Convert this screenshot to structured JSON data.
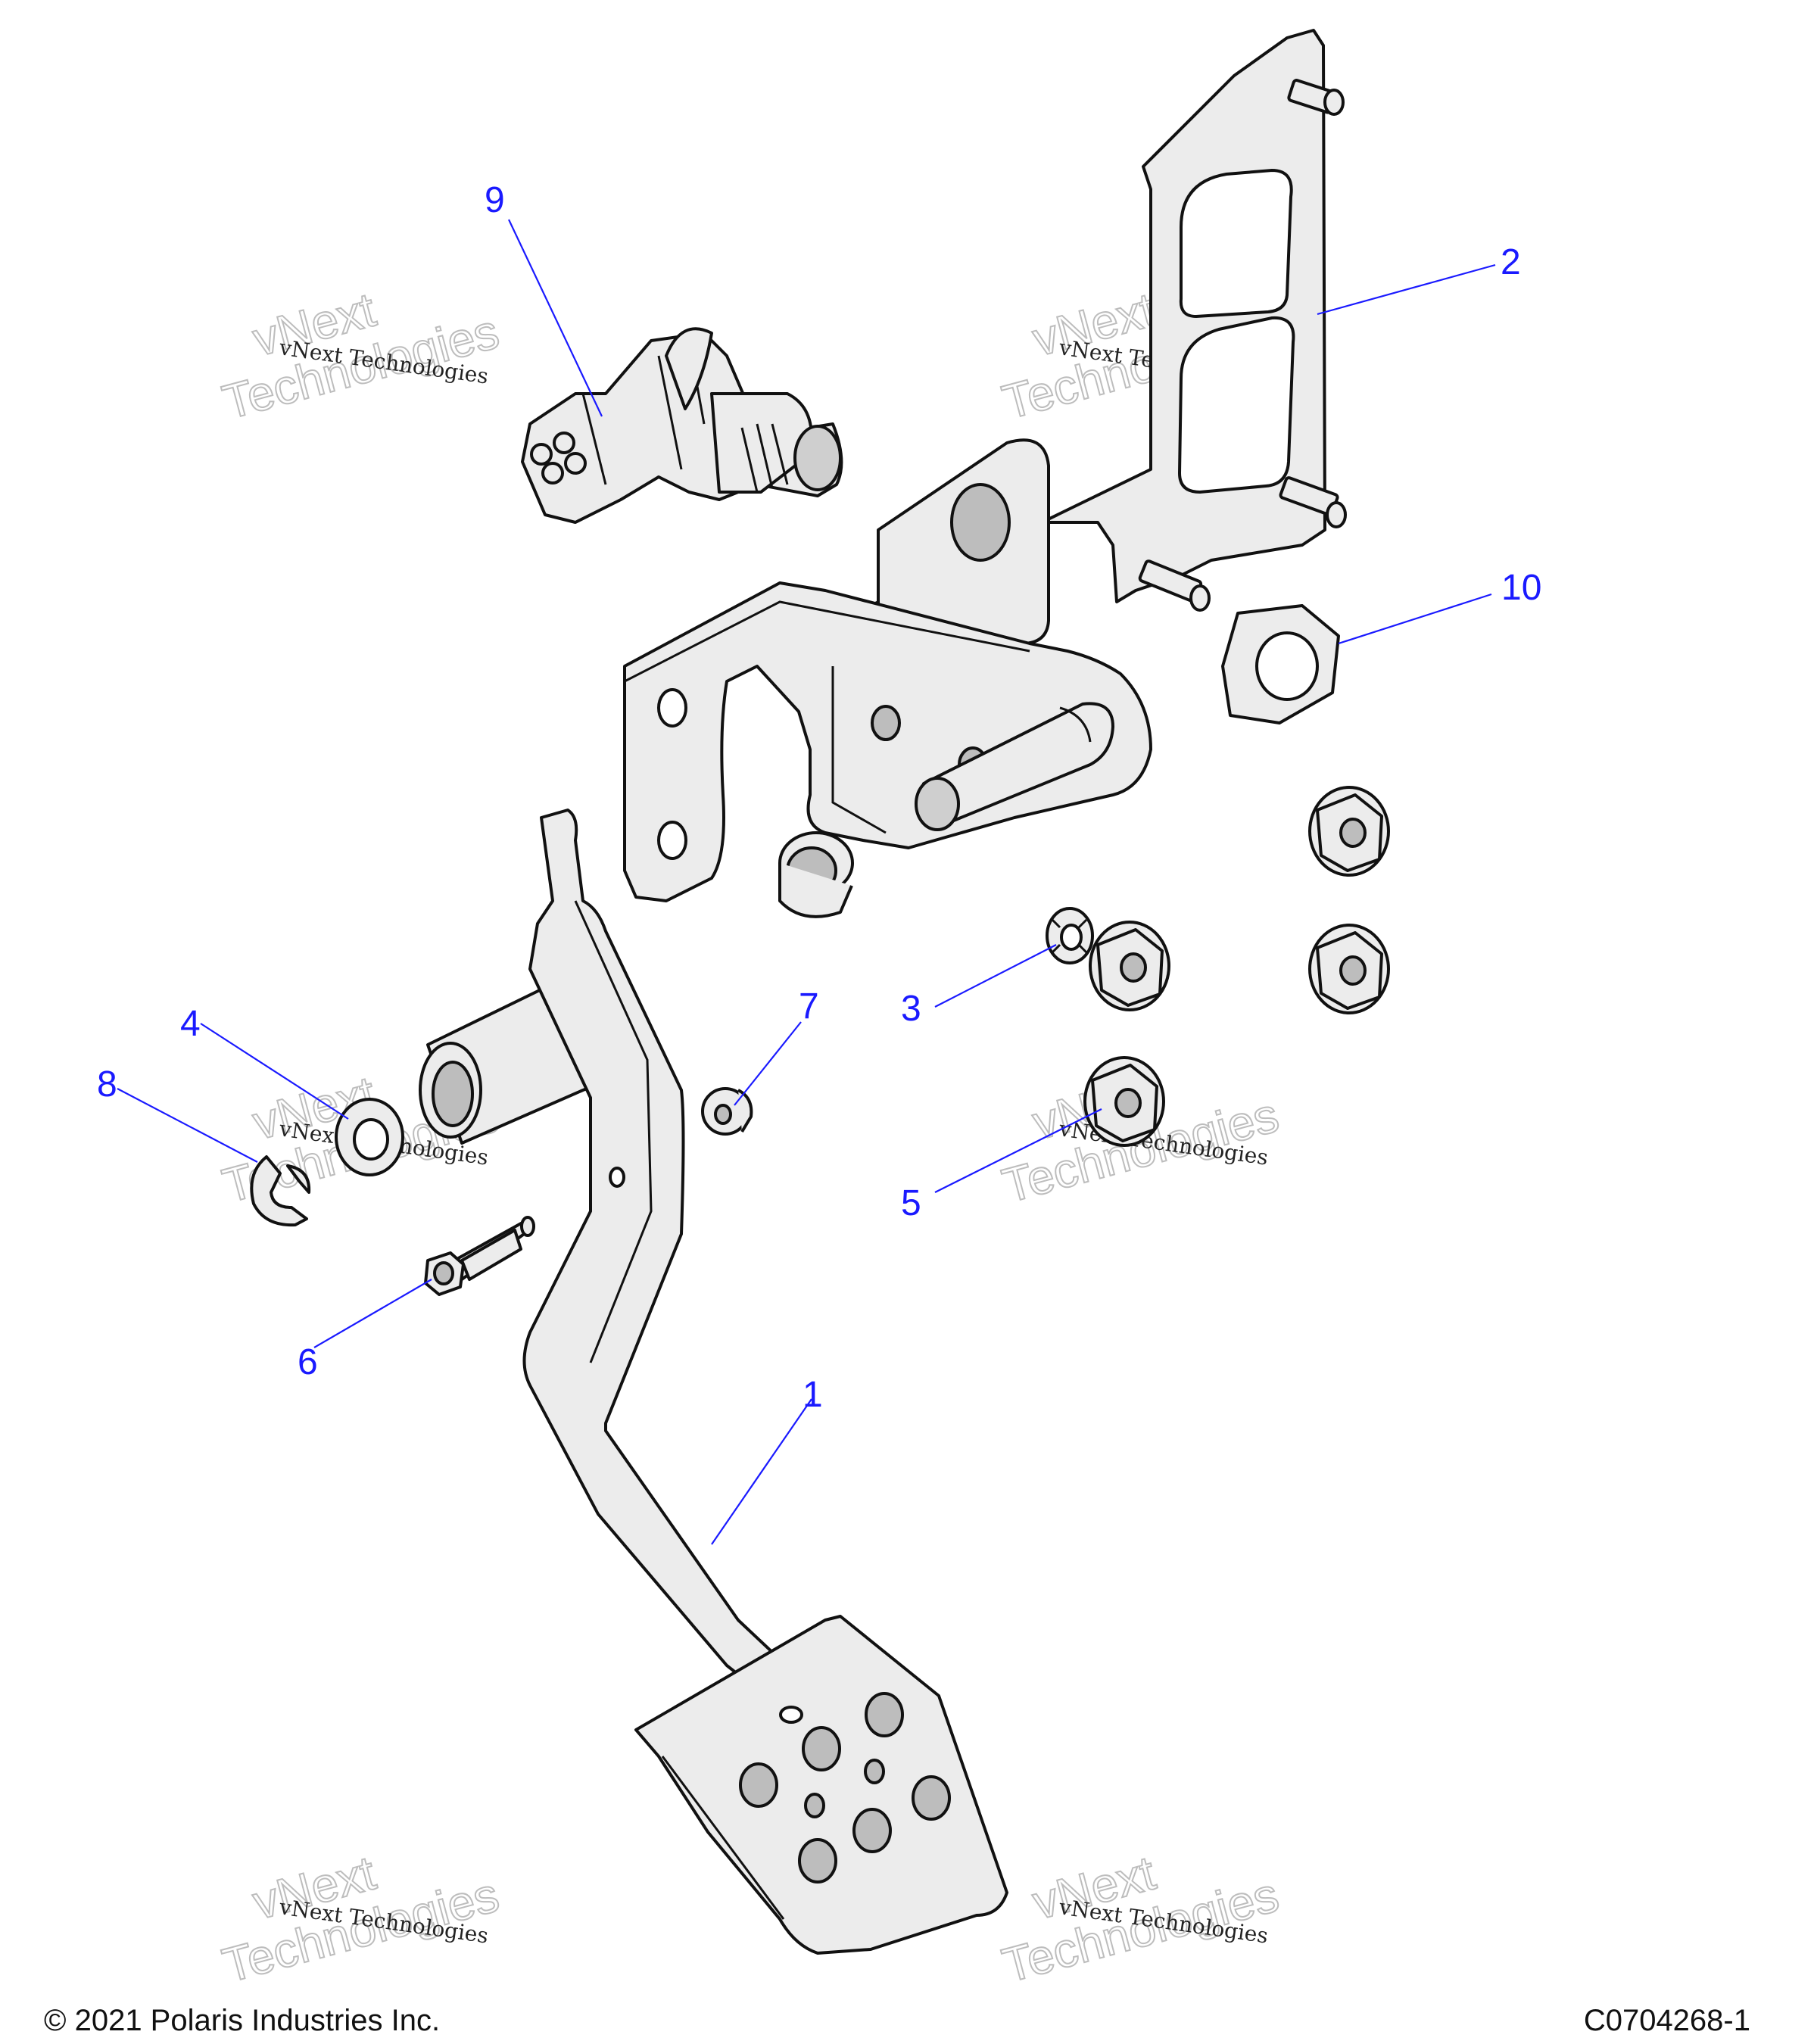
{
  "callouts": {
    "c1": "1",
    "c2": "2",
    "c3": "3",
    "c4": "4",
    "c5": "5",
    "c6": "6",
    "c7": "7",
    "c8": "8",
    "c9": "9",
    "c10": "10"
  },
  "watermark": {
    "line1": "vNext",
    "line2": "vNext Technologies",
    "line3": "Technologies"
  },
  "footer": {
    "copyright": "© 2021 Polaris Industries Inc.",
    "diagram_code": "C0704268-1"
  },
  "colors": {
    "callout": "#1a1aff",
    "part_fill": "#ececec",
    "outline": "#111111",
    "background": "#ffffff"
  }
}
